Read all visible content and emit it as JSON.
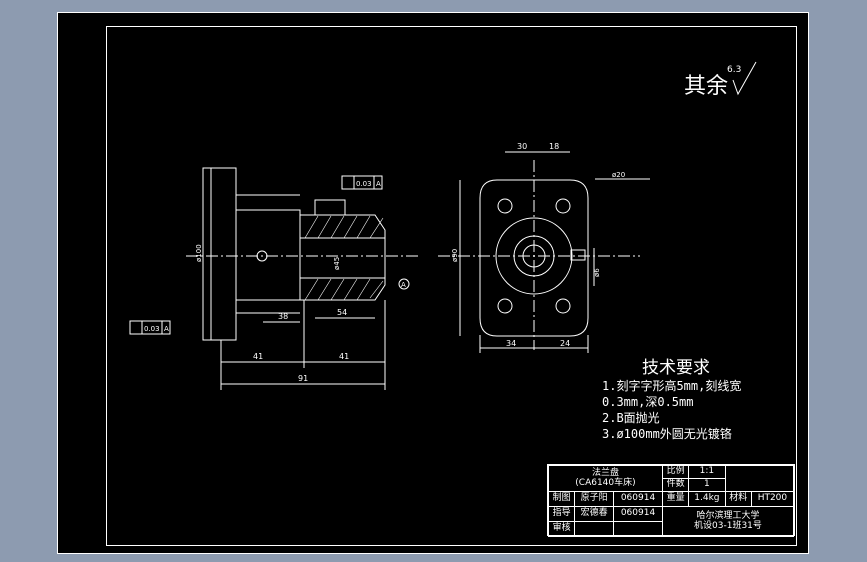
{
  "roughness": {
    "label": "其余",
    "value": "6.3"
  },
  "tech_requirements": {
    "title": "技术要求",
    "lines": [
      "1.刻字字形高5mm,刻线宽",
      "0.3mm,深0.5mm",
      "2.B面抛光",
      "3.ø100mm外圆无光镀铬"
    ]
  },
  "title_block": {
    "part_name": "法兰盘",
    "part_sub": "(CA6140车床)",
    "scale_label": "比例",
    "scale_value": "1:1",
    "qty_label": "件数",
    "qty_value": "1",
    "drawn_label": "制图",
    "drawn_name": "原子阳",
    "drawn_date": "060914",
    "guide_label": "指导",
    "guide_name": "宏德春",
    "guide_date": "060914",
    "review_label": "审核",
    "weight_label": "重量",
    "weight_value": "1.4kg",
    "material_label": "材料",
    "material_value": "HT200",
    "school": "哈尔滨理工大学",
    "class_info": "机设03-1班31号"
  },
  "dimensions": {
    "d41a": "41",
    "d41b": "41",
    "d91": "91",
    "d38": "38",
    "d54": "54",
    "d30": "30",
    "d18": "18",
    "d34": "34",
    "d24": "24",
    "d90": "ø90",
    "d100": "ø100",
    "d45": "ø45",
    "d20": "ø20",
    "d6": "ø6",
    "tol1": "0.03",
    "tol2": "0.03",
    "datum": "A"
  }
}
